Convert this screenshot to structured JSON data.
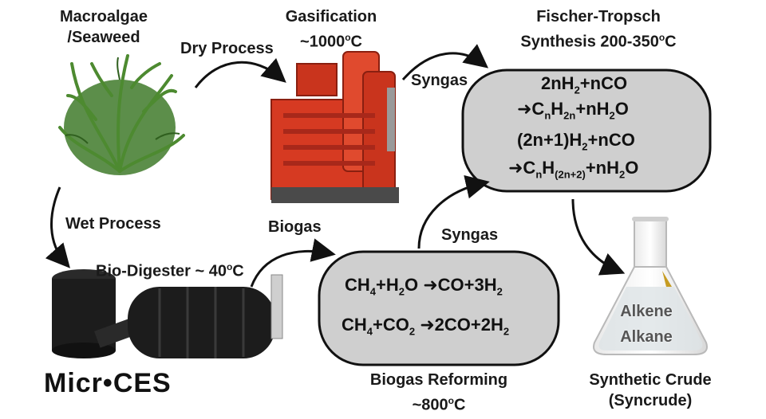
{
  "labels": {
    "macroalgae": "Macroalgae",
    "seaweed": "/Seaweed",
    "dry_process": "Dry Process",
    "gasification": "Gasification",
    "gasification_temp": "~1000",
    "syngas_top": "Syngas",
    "ft_line1": "Fischer-Tropsch",
    "ft_line2": "Synthesis 200-350",
    "wet_process": "Wet Process",
    "biogas": "Biogas",
    "syngas_mid": "Syngas",
    "bio_digester": "Bio-Digester ~ 40",
    "biogas_reforming": "Biogas Reforming",
    "reforming_temp": "~800",
    "deg_suffix": "C",
    "deg_sup": "o",
    "synthetic_crude": "Synthetic Crude",
    "syncrude": "(Syncrude)",
    "alkene": "Alkene",
    "alkane": "Alkane",
    "logo": "Micr•CES"
  },
  "colors": {
    "box_fill": "#cfcfcf",
    "gasifier_red": "#d63a22",
    "seaweed_green": "#3f7a2a",
    "digester_black": "#1c1c1c"
  }
}
